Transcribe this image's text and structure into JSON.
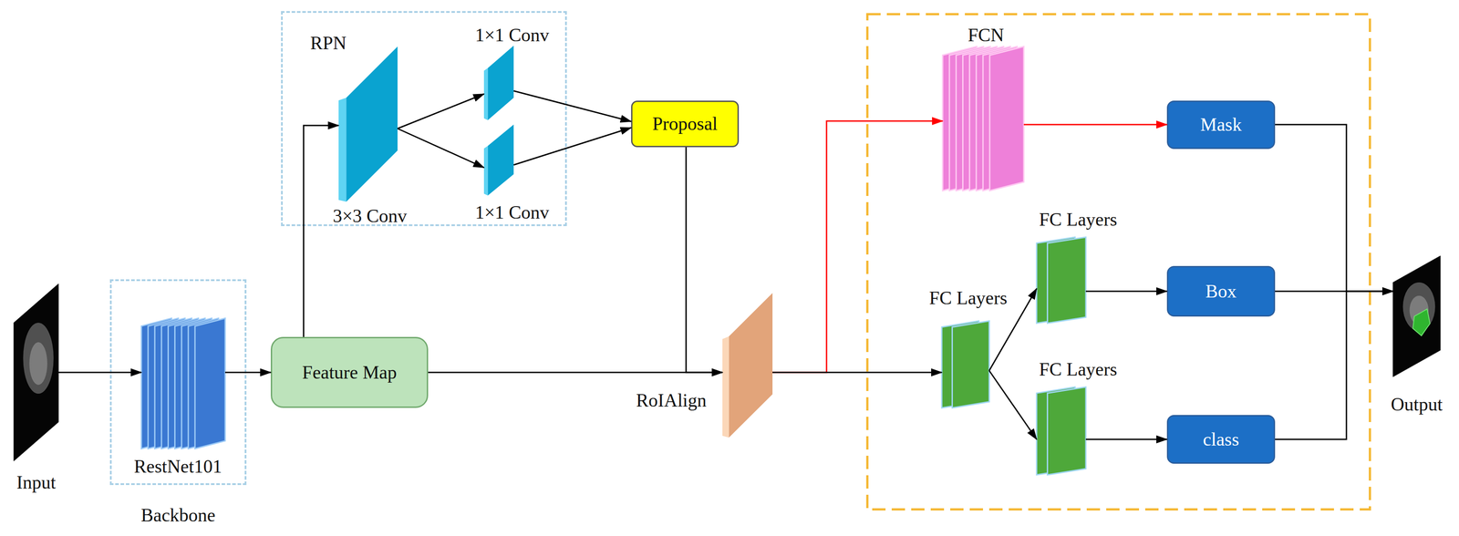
{
  "diagram": {
    "nodes": [
      {
        "text": [
          "Input"
        ]
      },
      {
        "text": [
          "Backbone"
        ]
      },
      {
        "text": [
          "RestNet101"
        ],
        "in": 1
      },
      {
        "text": [
          "Feature Map"
        ]
      },
      {
        "text": [
          "RPN"
        ]
      },
      {
        "text": [
          "3×3 Conv"
        ],
        "in": 4
      },
      {
        "text": [
          "1×1 Conv"
        ],
        "in": 4
      },
      {
        "text": [
          "1×1 Conv"
        ],
        "in": 4
      },
      {
        "text": [
          "Proposal"
        ]
      },
      {
        "text": [
          "RoIAlign"
        ]
      },
      {
        "text": [
          "FCN"
        ]
      },
      {
        "text": [
          "Mask"
        ]
      },
      {
        "text": [
          "FC Layers"
        ]
      },
      {
        "text": [
          "FC Layers"
        ]
      },
      {
        "text": [
          "Box"
        ]
      },
      {
        "text": [
          "FC Layers"
        ]
      },
      {
        "text": [
          "class"
        ]
      },
      {
        "text": [
          "Output"
        ]
      }
    ],
    "edges": [
      {
        "from": 0,
        "to": 2,
        "arrow": "to"
      },
      {
        "from": 2,
        "to": 3,
        "arrow": "to"
      },
      {
        "from": 3,
        "to": 5,
        "arrow": "to"
      },
      {
        "from": 5,
        "to": 6,
        "arrow": "to"
      },
      {
        "from": 5,
        "to": 7,
        "arrow": "to"
      },
      {
        "from": 6,
        "to": 8,
        "arrow": "to"
      },
      {
        "from": 7,
        "to": 8,
        "arrow": "to"
      },
      {
        "from": 8,
        "to": 9,
        "arrow": "to"
      },
      {
        "from": 3,
        "to": 9,
        "arrow": "to"
      },
      {
        "from": 9,
        "to": 10,
        "arrow": "to"
      },
      {
        "from": 9,
        "to": 12,
        "arrow": "to"
      },
      {
        "from": 10,
        "to": 11,
        "arrow": "to"
      },
      {
        "from": 12,
        "to": 13,
        "arrow": "to"
      },
      {
        "from": 12,
        "to": 15,
        "arrow": "to"
      },
      {
        "from": 13,
        "to": 14,
        "arrow": "to"
      },
      {
        "from": 15,
        "to": 16,
        "arrow": "to"
      },
      {
        "from": 11,
        "to": 17,
        "arrow": "to"
      },
      {
        "from": 14,
        "to": 17,
        "arrow": "to"
      },
      {
        "from": 16,
        "to": 17,
        "arrow": "to"
      }
    ]
  }
}
